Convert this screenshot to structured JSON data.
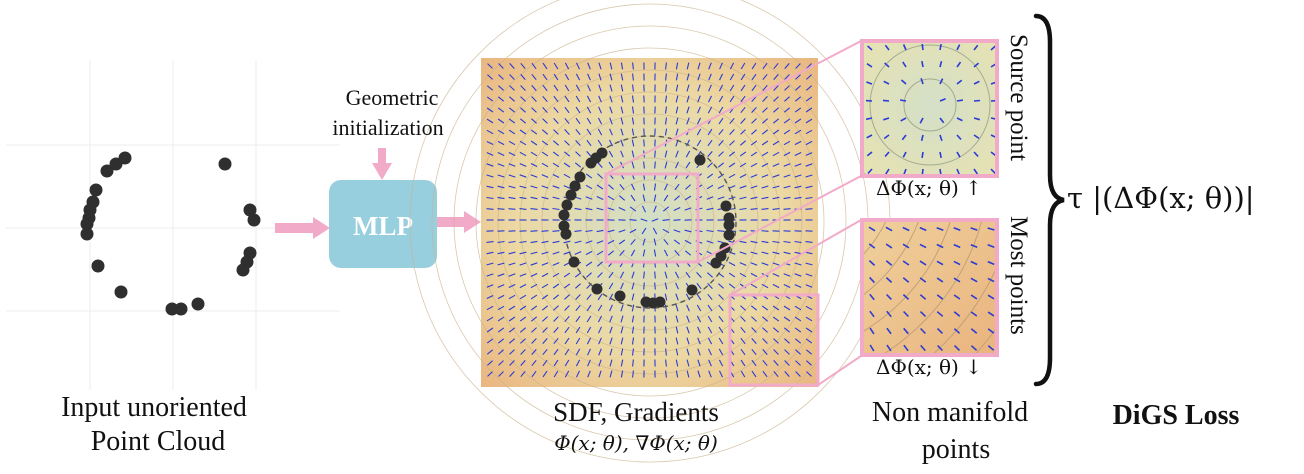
{
  "pipeline": {
    "input_label": "Input unoriented",
    "input_label_2": "Point Cloud",
    "init_label_1": "Geometric",
    "init_label_2": "initialization",
    "mlp_label": "MLP"
  },
  "sdf": {
    "label": "SDF, Gradients",
    "formula": "Φ(x; θ), ∇Φ(x; θ)"
  },
  "insets": {
    "source_label": "Source point",
    "source_formula": "ΔΦ(x; θ) ↑",
    "most_label": "Most points",
    "most_formula": "ΔΦ(x; θ) ↓",
    "non_manifold_1": "Non manifold",
    "non_manifold_2": "points"
  },
  "loss": {
    "formula": "τ |(ΔΦ(x; θ))|",
    "title": "DiGS Loss"
  },
  "colors": {
    "arrow": "#f2aac9",
    "mlp_box": "#98cfdf",
    "gradient_arrow": "#2a3bd6",
    "point": "#2f2f2f",
    "field_center": "#d2dfc6",
    "field_edge": "#efc48c"
  }
}
